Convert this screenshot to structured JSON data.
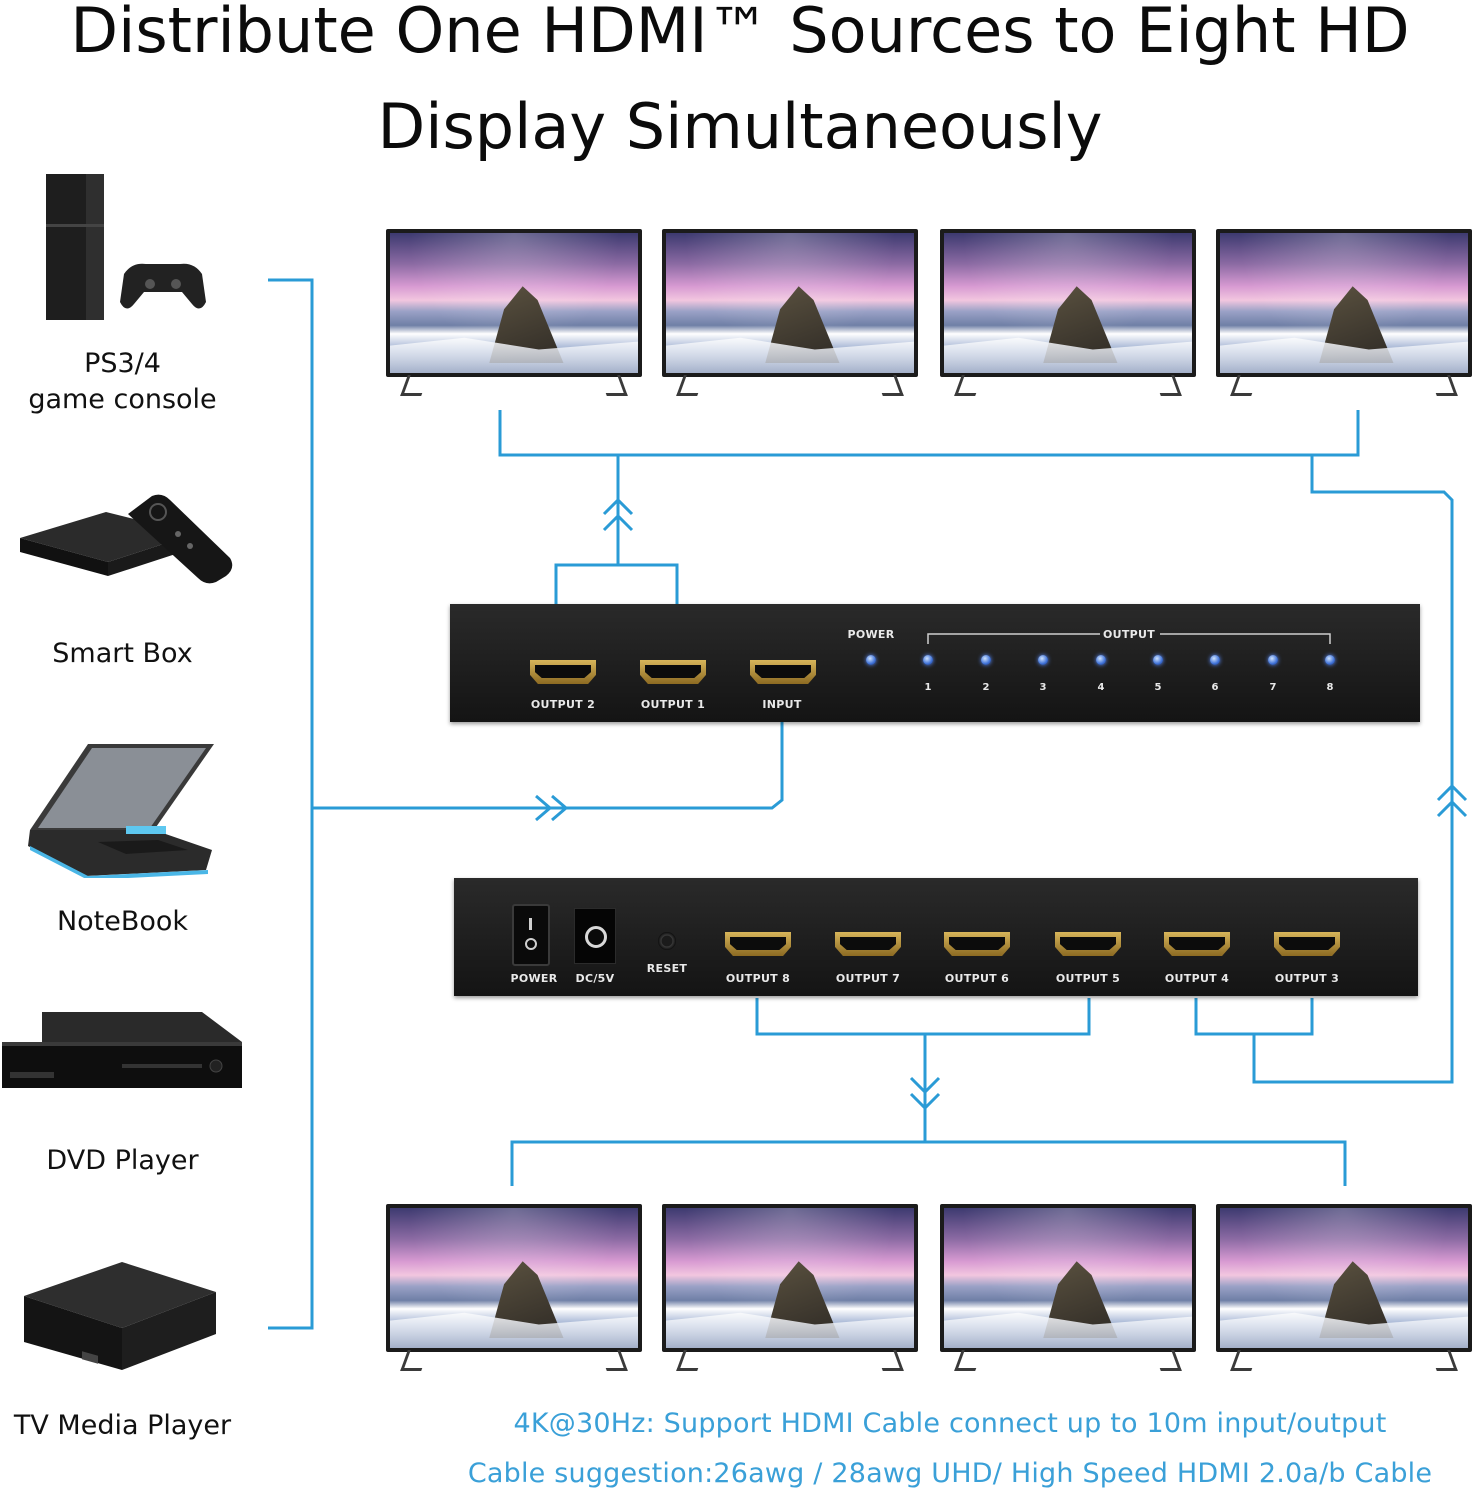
{
  "title": {
    "line1": "Distribute One HDMI™ Sources to Eight HD",
    "line2": "Display Simultaneously"
  },
  "devices": [
    {
      "label_lines": [
        "PS3/4",
        "game console"
      ],
      "icon": "game-console-icon"
    },
    {
      "label_lines": [
        "Smart Box"
      ],
      "icon": "smart-box-icon"
    },
    {
      "label_lines": [
        "NoteBook"
      ],
      "icon": "laptop-icon"
    },
    {
      "label_lines": [
        "DVD Player"
      ],
      "icon": "dvd-player-icon"
    },
    {
      "label_lines": [
        "TV Media Player"
      ],
      "icon": "media-player-icon"
    }
  ],
  "front_panel": {
    "ports": [
      "OUTPUT 2",
      "OUTPUT 1",
      "INPUT"
    ],
    "power_label": "POWER",
    "output_label": "OUTPUT",
    "led_numbers": [
      "1",
      "2",
      "3",
      "4",
      "5",
      "6",
      "7",
      "8"
    ]
  },
  "back_panel": {
    "power_label": "POWER",
    "dc_label": "DC/5V",
    "reset_label": "RESET",
    "ports": [
      "OUTPUT 8",
      "OUTPUT 7",
      "OUTPUT 6",
      "OUTPUT 5",
      "OUTPUT 4",
      "OUTPUT 3"
    ]
  },
  "notes": {
    "line1": "4K@30Hz: Support HDMI Cable connect up to 10m input/output",
    "line2": "Cable suggestion:26awg / 28awg UHD/ High Speed HDMI 2.0a/b Cable"
  },
  "colors": {
    "wire": "#2a9bd6",
    "note_text": "#3aa0d8",
    "led": "#3c6fd6",
    "port_gold": "#c9a24a"
  }
}
